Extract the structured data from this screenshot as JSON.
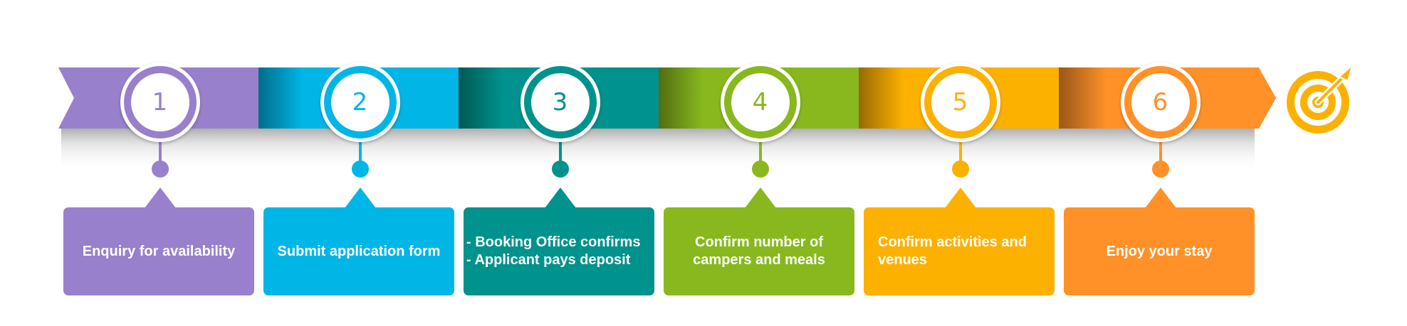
{
  "steps": [
    {
      "number": "1",
      "color": "#9880CC",
      "text": [
        "Enquiry for availability"
      ],
      "align": "center"
    },
    {
      "number": "2",
      "color": "#00B6E6",
      "text": [
        "Submit application form"
      ],
      "align": "center"
    },
    {
      "number": "3",
      "color": "#00928C",
      "text": [
        "- Booking Office confirms",
        "- Applicant pays deposit"
      ],
      "align": "left"
    },
    {
      "number": "4",
      "color": "#88B81E",
      "text": [
        "Confirm number of",
        "campers and meals"
      ],
      "align": "center"
    },
    {
      "number": "5",
      "color": "#FCB100",
      "text": [
        "Confirm activities and",
        "venues"
      ],
      "align": "left"
    },
    {
      "number": "6",
      "color": "#FF9128",
      "text": [
        "Enjoy your stay"
      ],
      "align": "center"
    }
  ],
  "goal_icon": "target-icon",
  "goal_color": "#FCB100"
}
